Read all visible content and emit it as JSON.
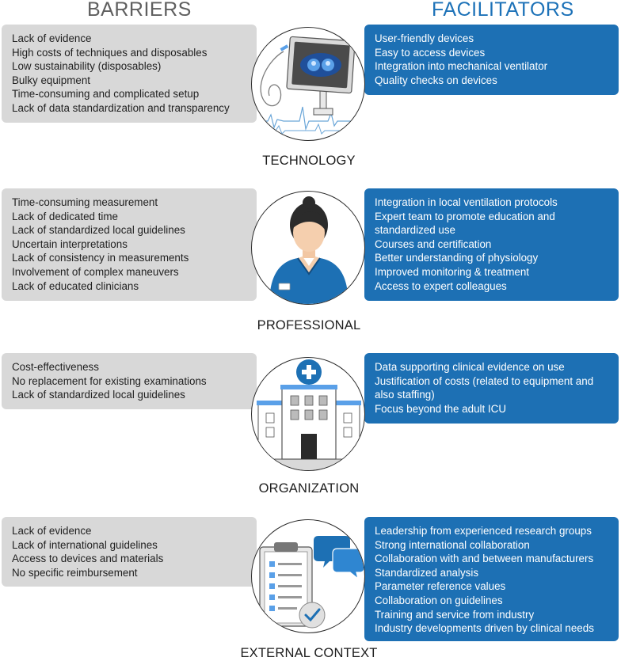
{
  "headers": {
    "barriers": "BARRIERS",
    "facilitators": "FACILITATORS"
  },
  "colors": {
    "barrier_box": "#d8d8d8",
    "facilitator_box": "#1d70b4",
    "barriers_title": "#5f5f5f",
    "facilitators_title": "#1d72b8"
  },
  "sections": [
    {
      "label": "TECHNOLOGY",
      "icon": "ventilator-monitor-icon",
      "barriers": [
        "Lack of evidence",
        "High costs of techniques and disposables",
        "Low sustainability (disposables)",
        "Bulky equipment",
        "Time-consuming and complicated setup",
        "Lack of data standardization and transparency"
      ],
      "facilitators": [
        "User-friendly devices",
        "Easy to access devices",
        "Integration into mechanical ventilator",
        "Quality checks on devices"
      ]
    },
    {
      "label": "PROFESSIONAL",
      "icon": "clinician-icon",
      "barriers": [
        "Time-consuming measurement",
        "Lack of dedicated time",
        "Lack of standardized local guidelines",
        "Uncertain interpretations",
        "Lack of consistency in measurements",
        "Involvement of complex maneuvers",
        "Lack of educated clinicians"
      ],
      "facilitators": [
        "Integration in local ventilation protocols",
        "Expert team to promote education and standardized use",
        "Courses and certification",
        "Better understanding of physiology",
        "Improved monitoring & treatment",
        "Access to expert colleagues"
      ]
    },
    {
      "label": "ORGANIZATION",
      "icon": "hospital-icon",
      "barriers": [
        "Cost-effectiveness",
        "No replacement for existing examinations",
        "Lack of standardized local guidelines"
      ],
      "facilitators": [
        "Data supporting clinical evidence on use",
        "Justification of costs (related to equipment and also staffing)",
        "Focus beyond the adult ICU"
      ]
    },
    {
      "label": "EXTERNAL CONTEXT",
      "icon": "clipboard-chat-icon",
      "barriers": [
        "Lack of evidence",
        "Lack of international guidelines",
        "Access to devices and materials",
        "No specific reimbursement"
      ],
      "facilitators": [
        "Leadership from experienced research groups",
        "Strong international collaboration",
        "Collaboration with and between manufacturers",
        "Standardized analysis",
        "Parameter reference values",
        "Collaboration on guidelines",
        "Training and service from industry",
        "Industry developments driven by clinical needs"
      ]
    }
  ]
}
